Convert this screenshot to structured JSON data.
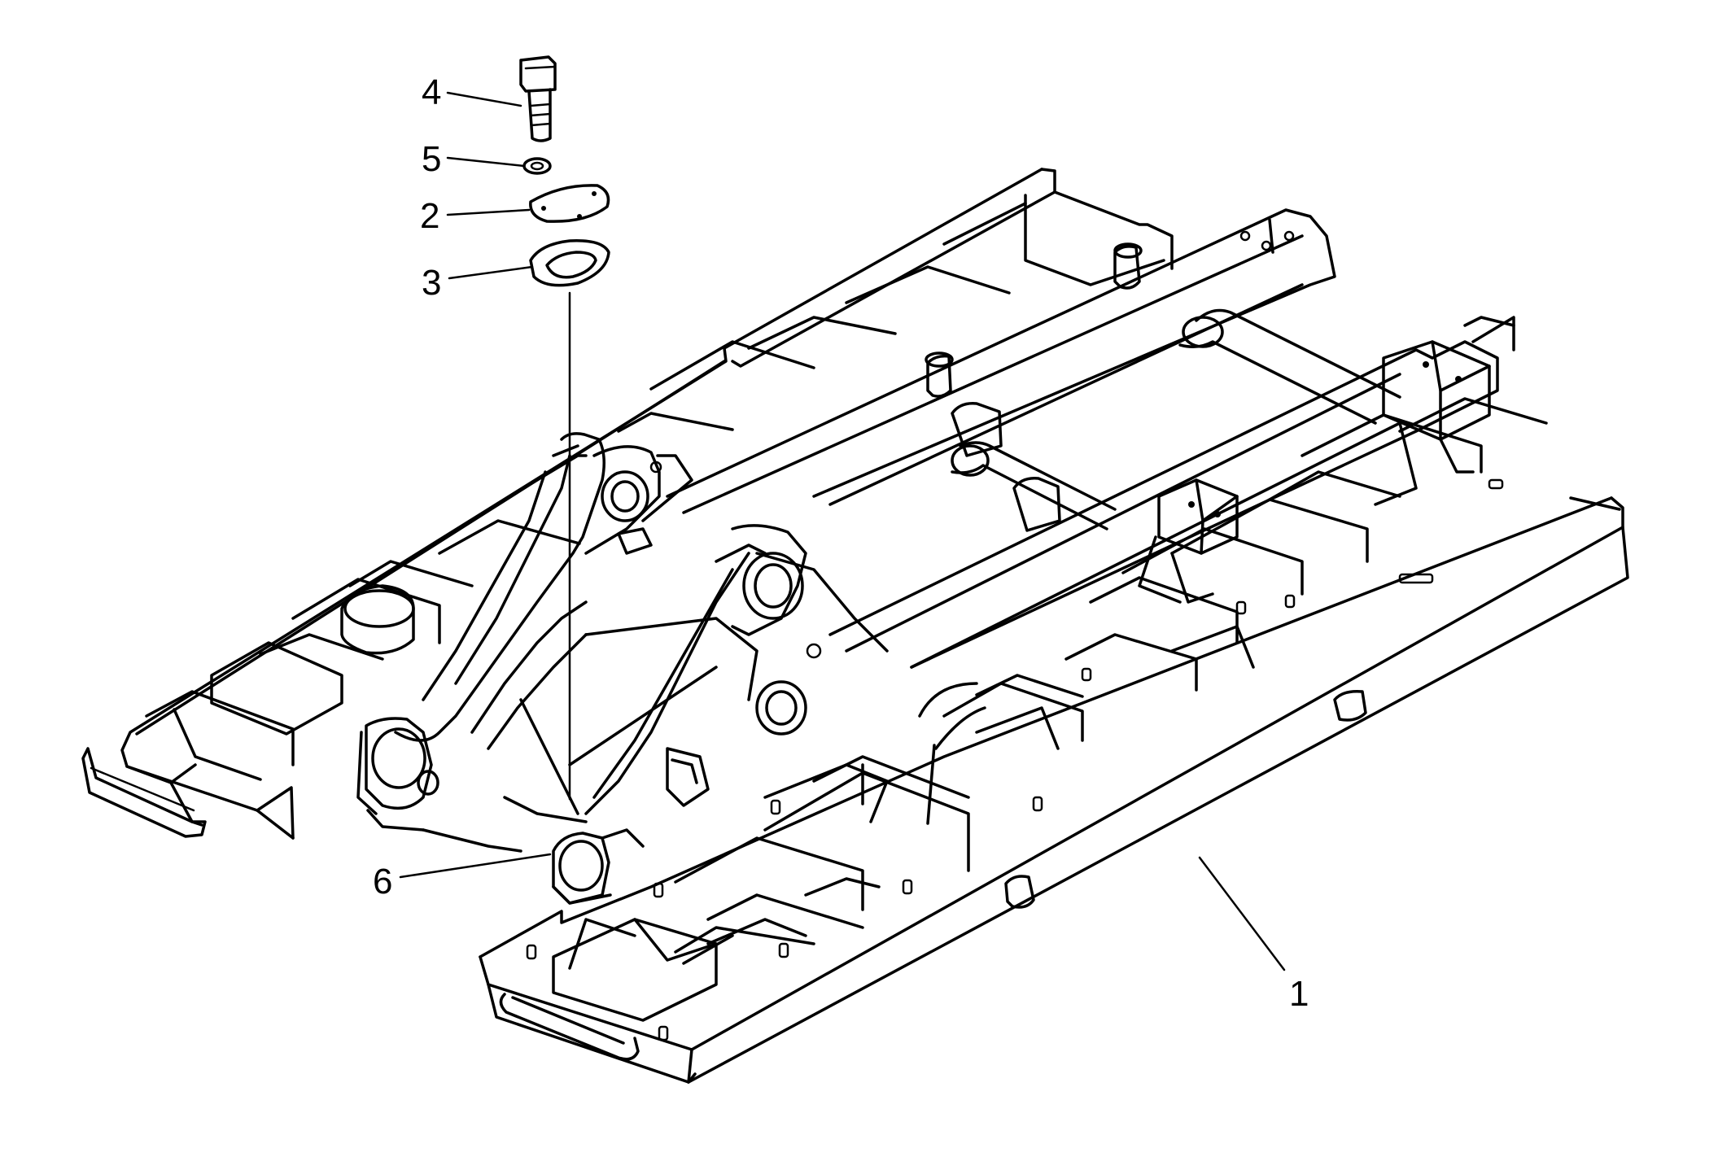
{
  "callouts": [
    {
      "id": "4",
      "label": "4",
      "part": "bolt"
    },
    {
      "id": "5",
      "label": "5",
      "part": "washer"
    },
    {
      "id": "2",
      "label": "2",
      "part": "cover-plate"
    },
    {
      "id": "3",
      "label": "3",
      "part": "gasket"
    },
    {
      "id": "6",
      "label": "6",
      "part": "bracket"
    },
    {
      "id": "1",
      "label": "1",
      "part": "track-frame"
    }
  ],
  "colors": {
    "line": "#000000",
    "background": "#ffffff"
  }
}
